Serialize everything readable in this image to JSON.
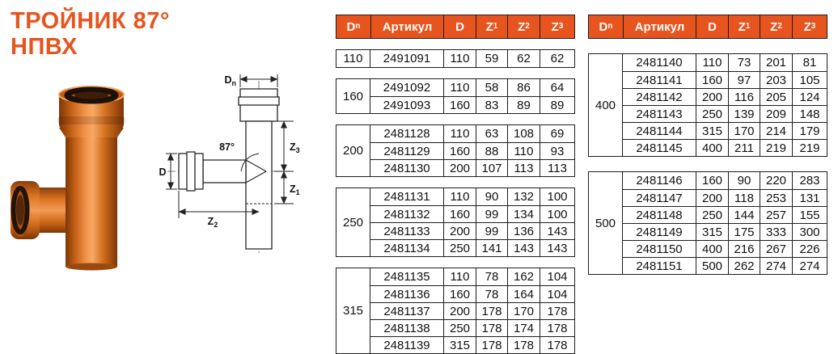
{
  "title": {
    "line1": "ТРОЙНИК 87°",
    "line2": "НПВХ"
  },
  "colors": {
    "accent": "#e8541d",
    "header_text": "#ffffff",
    "border": "#1d1d1d",
    "text": "#111111"
  },
  "diagram": {
    "labels": {
      "dn": {
        "base": "D",
        "sub": "n"
      },
      "d": {
        "base": "D",
        "sub": ""
      },
      "z3": {
        "base": "Z",
        "sub": "3"
      },
      "z1": {
        "base": "Z",
        "sub": "1"
      },
      "z2": {
        "base": "Z",
        "sub": "2"
      },
      "angle": "87°"
    }
  },
  "tables": [
    {
      "headers": [
        {
          "base": "D",
          "sub": "n"
        },
        {
          "base": "Артикул",
          "sub": ""
        },
        {
          "base": "D",
          "sub": ""
        },
        {
          "base": "Z",
          "sub": "1"
        },
        {
          "base": "Z",
          "sub": "2"
        },
        {
          "base": "Z",
          "sub": "3"
        }
      ],
      "groups": [
        {
          "dn": "110",
          "rows": [
            [
              "2491091",
              "110",
              "59",
              "62",
              "62"
            ]
          ]
        },
        {
          "dn": "160",
          "rows": [
            [
              "2491092",
              "110",
              "58",
              "86",
              "64"
            ],
            [
              "2491093",
              "160",
              "83",
              "89",
              "89"
            ]
          ]
        },
        {
          "dn": "200",
          "rows": [
            [
              "2481128",
              "110",
              "63",
              "108",
              "69"
            ],
            [
              "2481129",
              "160",
              "88",
              "110",
              "93"
            ],
            [
              "2481130",
              "200",
              "107",
              "113",
              "113"
            ]
          ]
        },
        {
          "dn": "250",
          "rows": [
            [
              "2481131",
              "110",
              "90",
              "132",
              "100"
            ],
            [
              "2481132",
              "160",
              "99",
              "134",
              "100"
            ],
            [
              "2481133",
              "200",
              "99",
              "136",
              "143"
            ],
            [
              "2481134",
              "250",
              "141",
              "143",
              "143"
            ]
          ]
        },
        {
          "dn": "315",
          "rows": [
            [
              "2481135",
              "110",
              "78",
              "162",
              "104"
            ],
            [
              "2481136",
              "160",
              "78",
              "164",
              "104"
            ],
            [
              "2481137",
              "200",
              "178",
              "170",
              "178"
            ],
            [
              "2481138",
              "250",
              "178",
              "174",
              "178"
            ],
            [
              "2481139",
              "315",
              "178",
              "178",
              "178"
            ]
          ]
        }
      ]
    },
    {
      "headers": [
        {
          "base": "D",
          "sub": "n"
        },
        {
          "base": "Артикул",
          "sub": ""
        },
        {
          "base": "D",
          "sub": ""
        },
        {
          "base": "Z",
          "sub": "1"
        },
        {
          "base": "Z",
          "sub": "2"
        },
        {
          "base": "Z",
          "sub": "3"
        }
      ],
      "groups": [
        {
          "dn": "400",
          "rows": [
            [
              "2481140",
              "110",
              "73",
              "201",
              "81"
            ],
            [
              "2481141",
              "160",
              "97",
              "203",
              "105"
            ],
            [
              "2481142",
              "200",
              "116",
              "205",
              "124"
            ],
            [
              "2481143",
              "250",
              "139",
              "209",
              "148"
            ],
            [
              "2481144",
              "315",
              "170",
              "214",
              "179"
            ],
            [
              "2481145",
              "400",
              "211",
              "219",
              "219"
            ]
          ]
        },
        {
          "dn": "500",
          "rows": [
            [
              "2481146",
              "160",
              "90",
              "220",
              "283"
            ],
            [
              "2481147",
              "200",
              "118",
              "253",
              "131"
            ],
            [
              "2481148",
              "250",
              "144",
              "257",
              "155"
            ],
            [
              "2481149",
              "315",
              "175",
              "333",
              "300"
            ],
            [
              "2481150",
              "400",
              "216",
              "267",
              "226"
            ],
            [
              "2481151",
              "500",
              "262",
              "274",
              "274"
            ]
          ]
        }
      ]
    }
  ]
}
